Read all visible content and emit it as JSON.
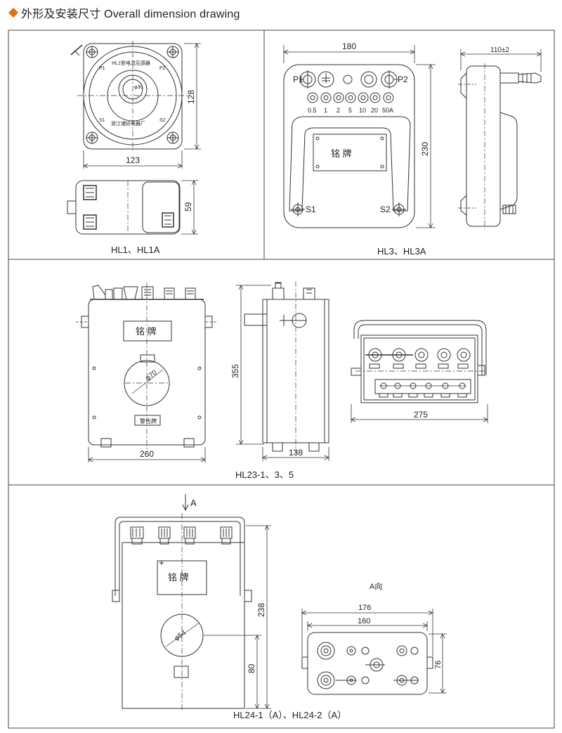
{
  "header": {
    "title": "外形及安装尺寸 Overall dimension drawing",
    "accent": "#e0731a"
  },
  "hl1": {
    "caption": "HL1、HL1A",
    "dim_width": "123",
    "dim_height": "128",
    "dim_side": "59",
    "ring_text_top": "HL1型电流互感器",
    "ring_text_bottom": "浙江诸纺电器厂",
    "ring_label_p1": "P1",
    "ring_label_p2": "P2",
    "ring_label_s1": "S1",
    "ring_label_s2": "S2",
    "inner_dim": "φ30"
  },
  "hl3": {
    "caption": "HL3、HL3A",
    "dim_width": "180",
    "dim_height": "230",
    "dim_depth": "110±2",
    "p1": "P1",
    "p2": "P2",
    "s1": "S1",
    "s2": "S2",
    "taps": [
      "0.5",
      "1",
      "2",
      "5",
      "10",
      "20",
      "50A"
    ],
    "nameplate": "铭  牌"
  },
  "hl23": {
    "caption": "HL23-1、3、5",
    "dim_width": "260",
    "dim_height": "355",
    "dim_depth": "138",
    "dim_top": "275",
    "nameplate": "铭  牌",
    "hole": "φ70",
    "warning": "警告牌"
  },
  "hl24": {
    "caption": "HL24-1（A）、HL24-2（A）",
    "arrow": "A",
    "view_label": "A向",
    "dim_height": "238",
    "dim_lower": "80",
    "dim_outer": "176",
    "dim_inner": "160",
    "dim_side": "76",
    "nameplate": "铭  牌",
    "hole": "φ54"
  }
}
